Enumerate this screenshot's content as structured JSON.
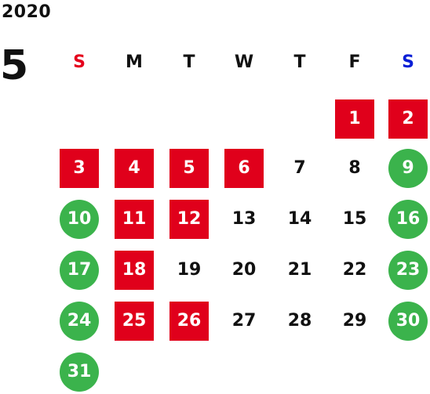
{
  "year": "2020",
  "month": "5",
  "weekdays": [
    {
      "label": "S",
      "color": "#e5001c"
    },
    {
      "label": "M",
      "color": "#111111"
    },
    {
      "label": "T",
      "color": "#111111"
    },
    {
      "label": "W",
      "color": "#111111"
    },
    {
      "label": "T",
      "color": "#111111"
    },
    {
      "label": "F",
      "color": "#111111"
    },
    {
      "label": "S",
      "color": "#0a1fd6"
    }
  ],
  "colors": {
    "holiday_red": "#e0001b",
    "weekend_green": "#3bb34c",
    "text": "#111111"
  },
  "days": [
    {
      "day": "1",
      "style": "red"
    },
    {
      "day": "2",
      "style": "red"
    },
    {
      "day": "3",
      "style": "red"
    },
    {
      "day": "4",
      "style": "red"
    },
    {
      "day": "5",
      "style": "red"
    },
    {
      "day": "6",
      "style": "red"
    },
    {
      "day": "7",
      "style": "plain"
    },
    {
      "day": "8",
      "style": "plain"
    },
    {
      "day": "9",
      "style": "green"
    },
    {
      "day": "10",
      "style": "green"
    },
    {
      "day": "11",
      "style": "red"
    },
    {
      "day": "12",
      "style": "red"
    },
    {
      "day": "13",
      "style": "plain"
    },
    {
      "day": "14",
      "style": "plain"
    },
    {
      "day": "15",
      "style": "plain"
    },
    {
      "day": "16",
      "style": "green"
    },
    {
      "day": "17",
      "style": "green"
    },
    {
      "day": "18",
      "style": "red"
    },
    {
      "day": "19",
      "style": "plain"
    },
    {
      "day": "20",
      "style": "plain"
    },
    {
      "day": "21",
      "style": "plain"
    },
    {
      "day": "22",
      "style": "plain"
    },
    {
      "day": "23",
      "style": "green"
    },
    {
      "day": "24",
      "style": "green"
    },
    {
      "day": "25",
      "style": "red"
    },
    {
      "day": "26",
      "style": "red"
    },
    {
      "day": "27",
      "style": "plain"
    },
    {
      "day": "28",
      "style": "plain"
    },
    {
      "day": "29",
      "style": "plain"
    },
    {
      "day": "30",
      "style": "green"
    },
    {
      "day": "31",
      "style": "green"
    }
  ]
}
